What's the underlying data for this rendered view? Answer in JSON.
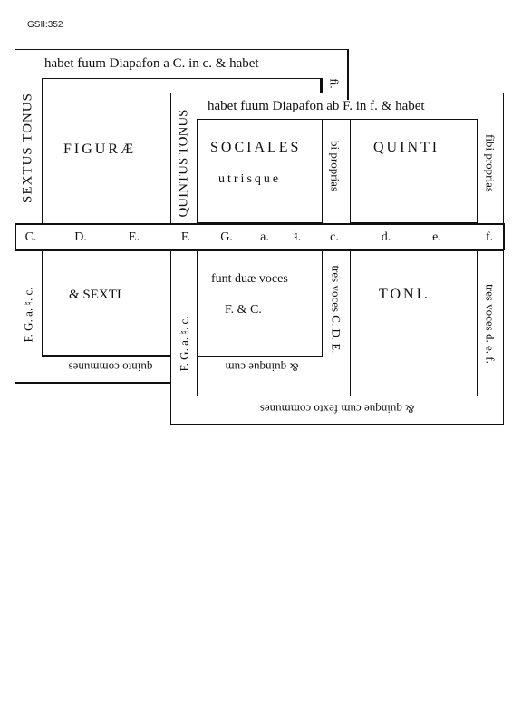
{
  "ref_label": "GSII:352",
  "sextus": {
    "top_text": "habet  fuum  Diapafon  a  C.  in  c.  &  habet",
    "left_text": "SEXTUS  TONUS",
    "right_top_text": "fi.",
    "inner_title": "FIGURÆ",
    "inner_lower": "&  SEXTI",
    "left_lower_text": "F.  G.  a.  ♮.  c.",
    "bottom_text": "quinto  communes"
  },
  "quintus": {
    "top_text": "habet  fuum  Diapafon  ab  F.  in  f.  &  habet",
    "left_text": "QUINTUS  TONUS",
    "inner_title": "SOCIALES",
    "inner_sub": "utrisque",
    "right_inner_upper": "bi   proprias",
    "right_outer_upper": "fibi   proprias",
    "box_title": "QUINTI",
    "inner_lower_1": "funt  duæ  voces",
    "inner_lower_2": "F.    &    C.",
    "right_inner_lower": "tres  voces  C. D. E.",
    "right_outer_lower": "tres   voces   d.   e.   f.",
    "lower_title": "TONI.",
    "left_lower_text": "F.  G.  a.  ♮.  c.",
    "inner_bottom_text": "&  quinque  cum",
    "bottom_text": "&   quinque   cum   fexto   communes"
  },
  "scale_row": [
    "C.",
    "D.",
    "E.",
    "F.",
    "G.",
    "a.",
    "♮.",
    "c.",
    "d.",
    "e.",
    "f."
  ]
}
